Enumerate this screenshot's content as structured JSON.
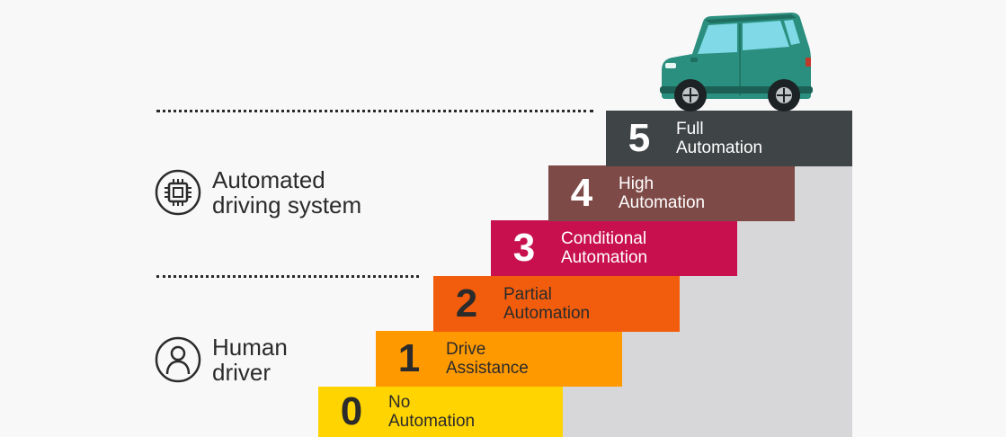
{
  "legend": {
    "automated": {
      "label": "Automated\ndriving system"
    },
    "human": {
      "label": "Human\ndriver"
    }
  },
  "levels": [
    {
      "level": "0",
      "label": "No\nAutomation",
      "bg": "#ffd400",
      "fg": "#2b2b2b"
    },
    {
      "level": "1",
      "label": "Drive\nAssistance",
      "bg": "#ff9900",
      "fg": "#2b2b2b"
    },
    {
      "level": "2",
      "label": "Partial\nAutomation",
      "bg": "#f25d0d",
      "fg": "#2b2b2b"
    },
    {
      "level": "3",
      "label": "Conditional\nAutomation",
      "bg": "#c8104f",
      "fg": "#ffffff"
    },
    {
      "level": "4",
      "label": "High\nAutomation",
      "bg": "#7e4a47",
      "fg": "#ffffff"
    },
    {
      "level": "5",
      "label": "Full\nAutomation",
      "bg": "#3f4447",
      "fg": "#ffffff"
    }
  ],
  "icons": {
    "automated": "chip-icon",
    "human": "person-icon",
    "car": "car-icon"
  },
  "colors": {
    "car_body": "#2a8f7e",
    "car_window": "#7fd9e6",
    "stair_shadow": "#d7d6d8"
  }
}
